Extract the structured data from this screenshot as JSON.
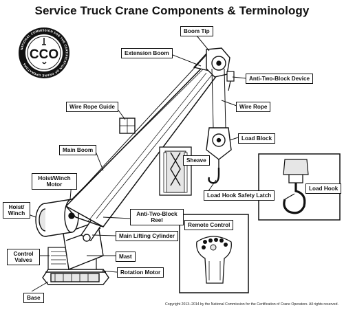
{
  "title": "Service Truck Crane Components & Terminology",
  "logo": {
    "letters": "CCO",
    "ring_text": "NATIONAL COMMISSION FOR THE CERTIFICATION OF CRANE OPERATORS",
    "ring_marks": "* *"
  },
  "labels": {
    "boom_tip": "Boom Tip",
    "extension_boom": "Extension Boom",
    "anti_two_block_device": "Anti-Two-Block Device",
    "wire_rope_guide": "Wire Rope Guide",
    "wire_rope": "Wire Rope",
    "load_block": "Load Block",
    "main_boom": "Main Boom",
    "sheave": "Sheave",
    "load_hook": "Load Hook",
    "hoist_winch_motor": "Hoist/Winch Motor",
    "load_hook_safety_latch": "Load Hook Safety Latch",
    "hoist_winch": "Hoist/ Winch",
    "anti_two_block_reel": "Anti-Two-Block Reel",
    "remote_control": "Remote Control",
    "main_lifting_cylinder": "Main Lifting Cylinder",
    "control_valves": "Control Valves",
    "mast": "Mast",
    "rotation_motor": "Rotation Motor",
    "base": "Base"
  },
  "copyright": "Copyright 2013–2014 by the National Commission for the Certification of Crane Operators. All rights reserved.",
  "colors": {
    "ink": "#111111",
    "background": "#ffffff",
    "shade": "#e6e6e6"
  }
}
